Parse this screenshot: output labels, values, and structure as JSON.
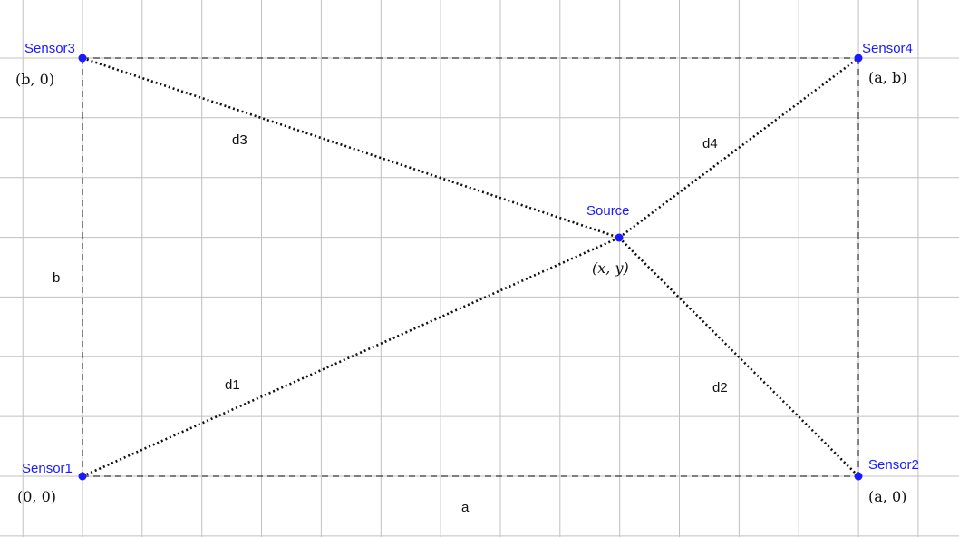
{
  "colors": {
    "point": "#1a1aff",
    "point_label": "#1a1aff",
    "grid": "#c0c0c0",
    "edges": "#333333",
    "distance_lines": "#111111"
  },
  "labels": {
    "sensor1": "Sensor1",
    "sensor2": "Sensor2",
    "sensor3": "Sensor3",
    "sensor4": "Sensor4",
    "source": "Source"
  },
  "coordinates": {
    "sensor1": "(0, 0)",
    "sensor2": "(a, 0)",
    "sensor3": "(b, 0)",
    "sensor4": "(a, b)",
    "source": "(x, y)"
  },
  "dimensions": {
    "width": "a",
    "height": "b"
  },
  "distances": {
    "d1": "d1",
    "d2": "d2",
    "d3": "d3",
    "d4": "d4"
  }
}
